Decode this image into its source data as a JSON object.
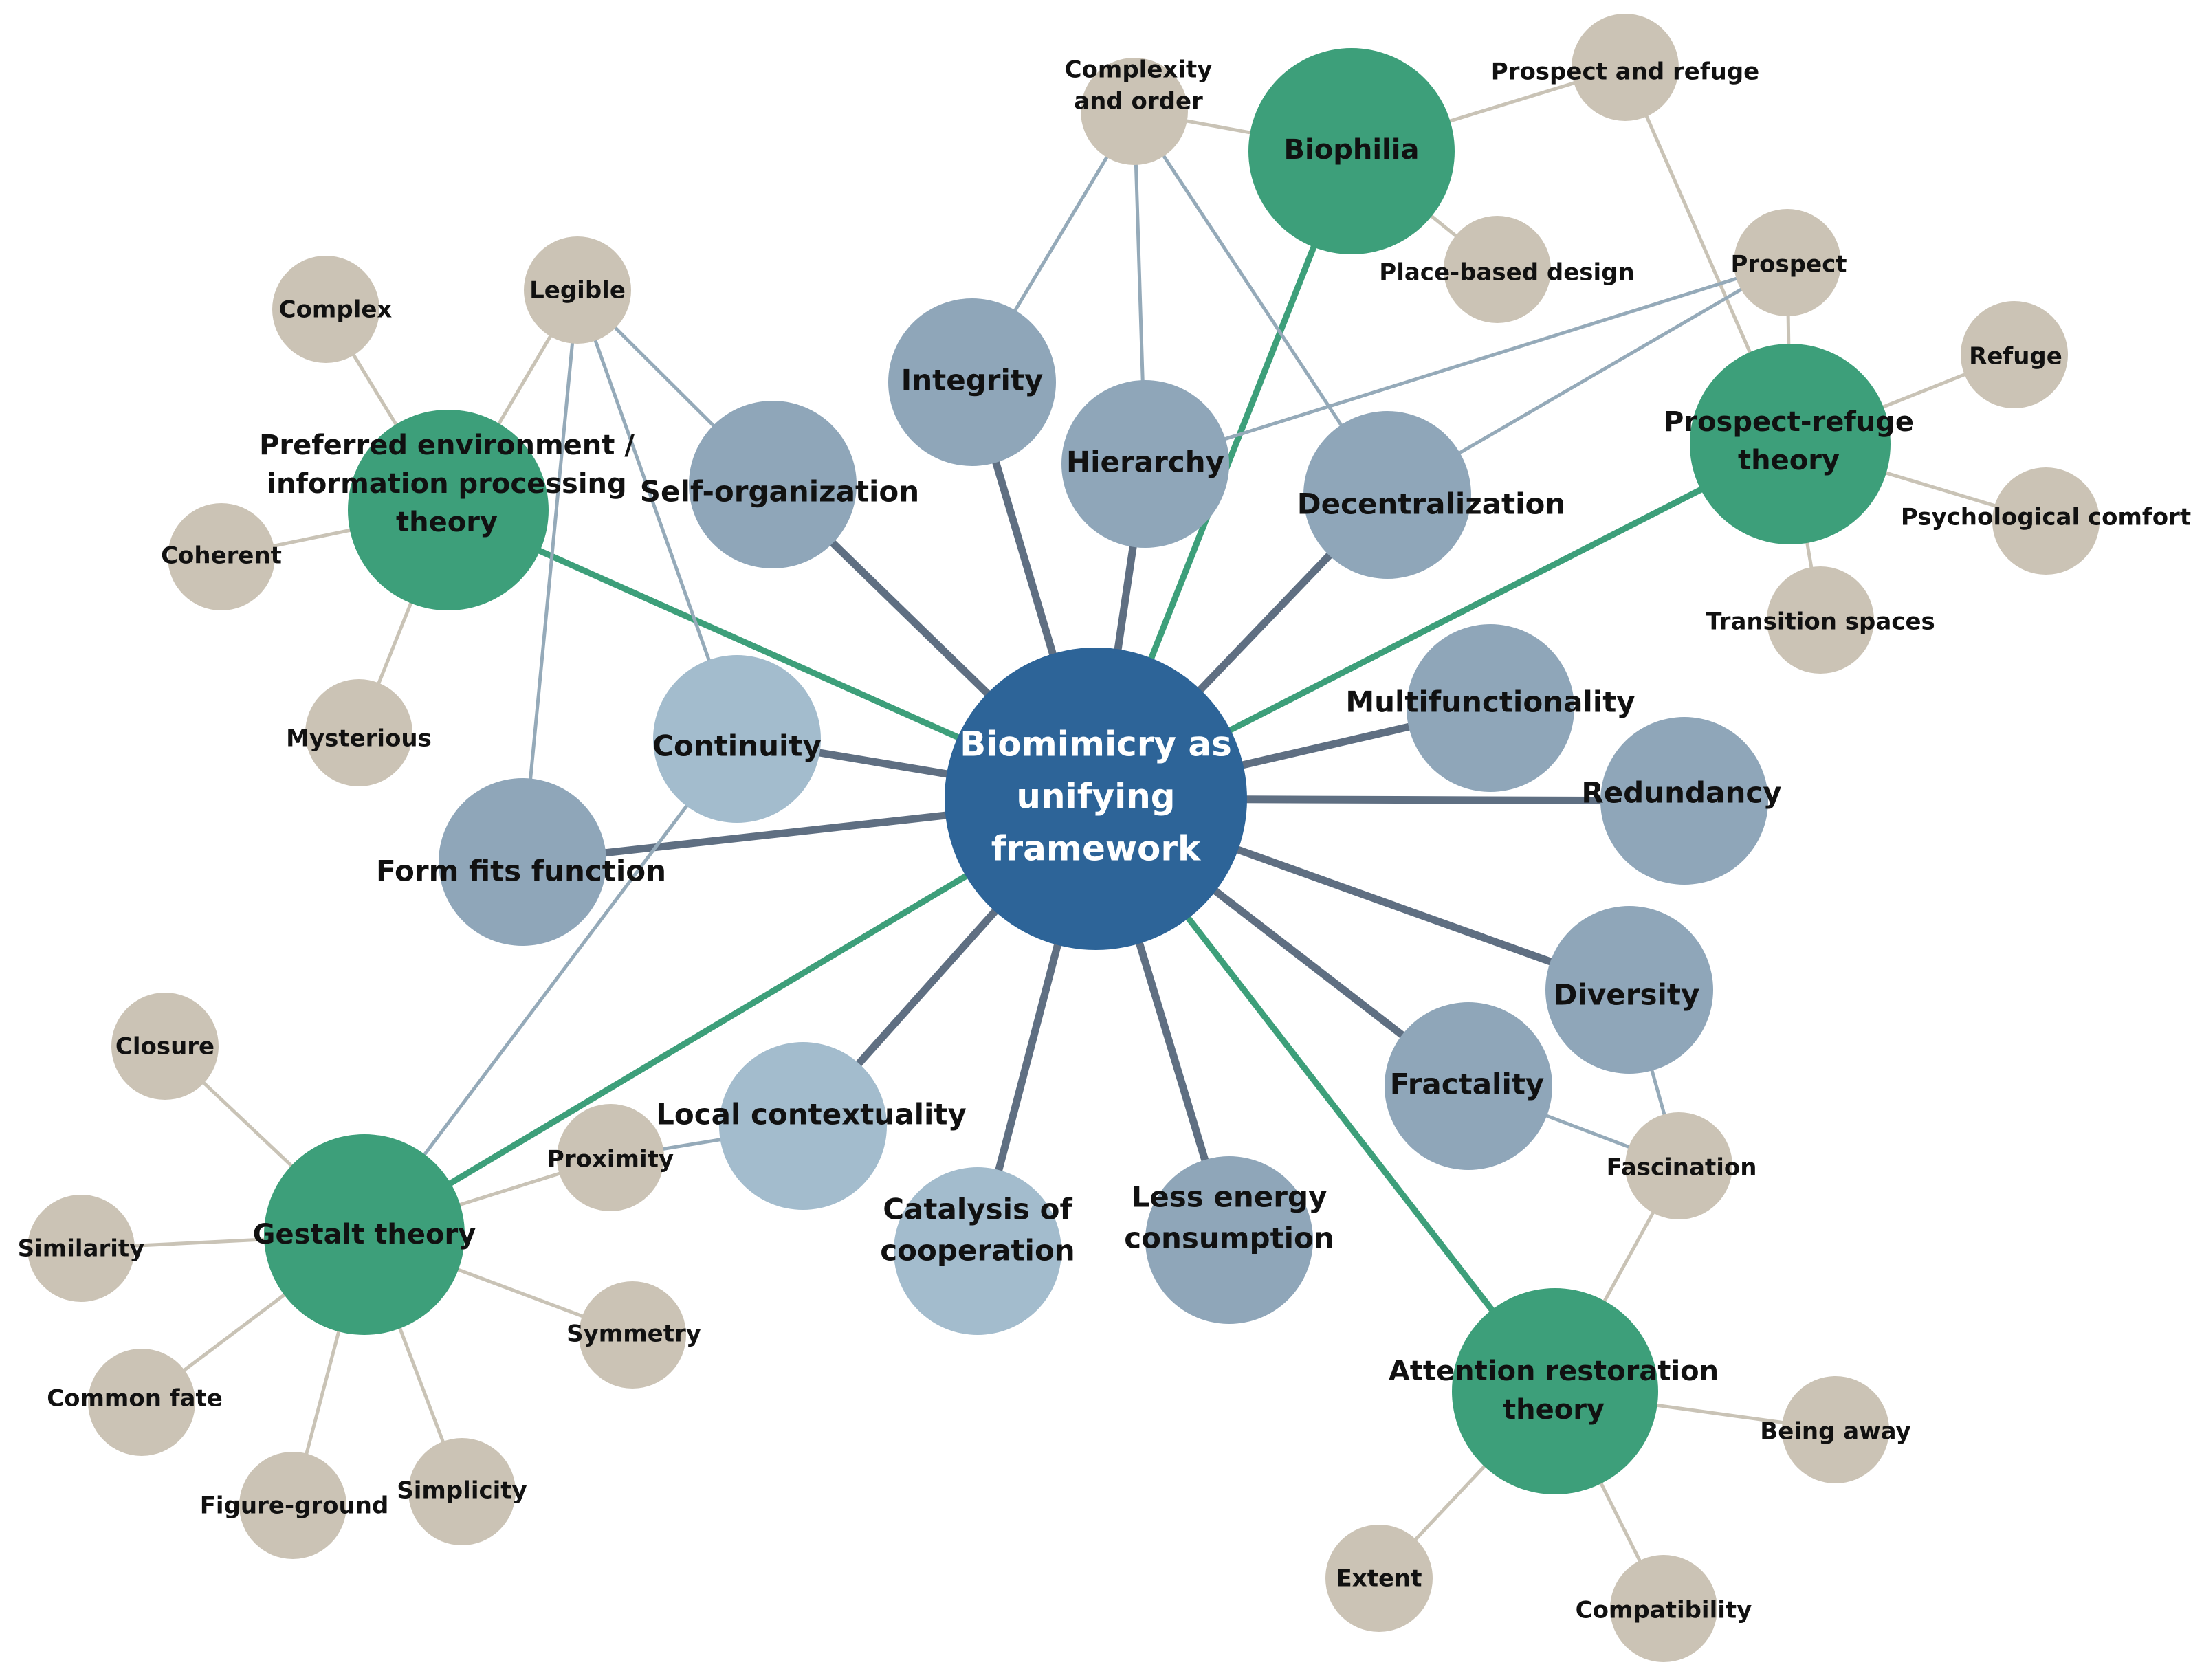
{
  "colors": {
    "center": "#2d6498",
    "principle": "#8fa6b9",
    "principle_light": "#a3bccd",
    "theory": "#3d9f7a",
    "leaf": "#cbc3b5",
    "edge_dark": "#5f6f82",
    "edge_green": "#3d9f7a",
    "edge_gray": "#c9c3b6",
    "edge_blue": "#95aab9"
  },
  "center": {
    "id": "center",
    "label": [
      "Biomimicry as",
      "unifying",
      "framework"
    ]
  },
  "principles": [
    {
      "id": "integrity",
      "label": [
        "Integrity"
      ]
    },
    {
      "id": "hierarchy",
      "label": [
        "Hierarchy"
      ]
    },
    {
      "id": "decentralization",
      "label": [
        "Decentralization"
      ]
    },
    {
      "id": "self-organization",
      "label": [
        "Self-organization"
      ]
    },
    {
      "id": "continuity",
      "label": [
        "Continuity"
      ]
    },
    {
      "id": "form-fits-function",
      "label": [
        "Form fits function"
      ]
    },
    {
      "id": "multifunctionality",
      "label": [
        "Multifunctionality"
      ]
    },
    {
      "id": "redundancy",
      "label": [
        "Redundancy"
      ]
    },
    {
      "id": "diversity",
      "label": [
        "Diversity"
      ]
    },
    {
      "id": "fractality",
      "label": [
        "Fractality"
      ]
    },
    {
      "id": "local-contextuality",
      "label": [
        "Local contextuality"
      ]
    },
    {
      "id": "catalysis-of-cooperation",
      "label": [
        "Catalysis of",
        "cooperation"
      ]
    },
    {
      "id": "less-energy-consumption",
      "label": [
        "Less energy",
        "consumption"
      ]
    }
  ],
  "theories": [
    {
      "id": "biophilia",
      "label": [
        "Biophilia"
      ]
    },
    {
      "id": "prospect-refuge-theory",
      "label": [
        "Prospect-refuge",
        "theory"
      ]
    },
    {
      "id": "preferred-environment-theory",
      "label": [
        "Preferred environment /",
        "information processing",
        "theory"
      ]
    },
    {
      "id": "gestalt-theory",
      "label": [
        "Gestalt theory"
      ]
    },
    {
      "id": "attention-restoration-theory",
      "label": [
        "Attention restoration",
        "theory"
      ]
    }
  ],
  "leaves": [
    {
      "id": "complexity-and-order",
      "label": [
        "Complexity",
        "and order"
      ]
    },
    {
      "id": "prospect-and-refuge",
      "label": [
        "Prospect and refuge"
      ]
    },
    {
      "id": "place-based-design",
      "label": [
        "Place-based design"
      ]
    },
    {
      "id": "prospect",
      "label": [
        "Prospect"
      ]
    },
    {
      "id": "refuge",
      "label": [
        "Refuge"
      ]
    },
    {
      "id": "psychological-comfort",
      "label": [
        "Psychological comfort"
      ]
    },
    {
      "id": "transition-spaces",
      "label": [
        "Transition spaces"
      ]
    },
    {
      "id": "legible",
      "label": [
        "Legible"
      ]
    },
    {
      "id": "complex",
      "label": [
        "Complex"
      ]
    },
    {
      "id": "coherent",
      "label": [
        "Coherent"
      ]
    },
    {
      "id": "mysterious",
      "label": [
        "Mysterious"
      ]
    },
    {
      "id": "closure",
      "label": [
        "Closure"
      ]
    },
    {
      "id": "proximity",
      "label": [
        "Proximity"
      ]
    },
    {
      "id": "similarity",
      "label": [
        "Similarity"
      ]
    },
    {
      "id": "symmetry",
      "label": [
        "Symmetry"
      ]
    },
    {
      "id": "common-fate",
      "label": [
        "Common fate"
      ]
    },
    {
      "id": "figure-ground",
      "label": [
        "Figure-ground"
      ]
    },
    {
      "id": "simplicity",
      "label": [
        "Simplicity"
      ]
    },
    {
      "id": "fascination",
      "label": [
        "Fascination"
      ]
    },
    {
      "id": "being-away",
      "label": [
        "Being away"
      ]
    },
    {
      "id": "extent",
      "label": [
        "Extent"
      ]
    },
    {
      "id": "compatibility",
      "label": [
        "Compatibility"
      ]
    }
  ],
  "edges": [
    [
      "center",
      "integrity",
      "dark"
    ],
    [
      "center",
      "hierarchy",
      "dark"
    ],
    [
      "center",
      "decentralization",
      "dark"
    ],
    [
      "center",
      "self-organization",
      "dark"
    ],
    [
      "center",
      "continuity",
      "dark"
    ],
    [
      "center",
      "form-fits-function",
      "dark"
    ],
    [
      "center",
      "multifunctionality",
      "dark"
    ],
    [
      "center",
      "redundancy",
      "dark"
    ],
    [
      "center",
      "diversity",
      "dark"
    ],
    [
      "center",
      "fractality",
      "dark"
    ],
    [
      "center",
      "local-contextuality",
      "dark"
    ],
    [
      "center",
      "catalysis-of-cooperation",
      "dark"
    ],
    [
      "center",
      "less-energy-consumption",
      "dark"
    ],
    [
      "center",
      "biophilia",
      "green"
    ],
    [
      "center",
      "prospect-refuge-theory",
      "green"
    ],
    [
      "center",
      "preferred-environment-theory",
      "green"
    ],
    [
      "center",
      "gestalt-theory",
      "green"
    ],
    [
      "center",
      "attention-restoration-theory",
      "green"
    ],
    [
      "biophilia",
      "complexity-and-order",
      "gray"
    ],
    [
      "biophilia",
      "prospect-and-refuge",
      "gray"
    ],
    [
      "biophilia",
      "place-based-design",
      "gray"
    ],
    [
      "prospect-and-refuge",
      "prospect-refuge-theory",
      "gray"
    ],
    [
      "prospect-refuge-theory",
      "prospect",
      "gray"
    ],
    [
      "prospect-refuge-theory",
      "refuge",
      "gray"
    ],
    [
      "prospect-refuge-theory",
      "psychological-comfort",
      "gray"
    ],
    [
      "prospect-refuge-theory",
      "transition-spaces",
      "gray"
    ],
    [
      "complexity-and-order",
      "integrity",
      "blue"
    ],
    [
      "complexity-and-order",
      "hierarchy",
      "blue"
    ],
    [
      "complexity-and-order",
      "decentralization",
      "blue"
    ],
    [
      "prospect",
      "hierarchy",
      "blue"
    ],
    [
      "prospect",
      "decentralization",
      "blue"
    ],
    [
      "preferred-environment-theory",
      "legible",
      "gray"
    ],
    [
      "preferred-environment-theory",
      "complex",
      "gray"
    ],
    [
      "preferred-environment-theory",
      "coherent",
      "gray"
    ],
    [
      "preferred-environment-theory",
      "mysterious",
      "gray"
    ],
    [
      "legible",
      "self-organization",
      "blue"
    ],
    [
      "legible",
      "continuity",
      "blue"
    ],
    [
      "legible",
      "form-fits-function",
      "blue"
    ],
    [
      "continuity",
      "gestalt-theory",
      "blue"
    ],
    [
      "gestalt-theory",
      "closure",
      "gray"
    ],
    [
      "gestalt-theory",
      "proximity",
      "gray"
    ],
    [
      "gestalt-theory",
      "similarity",
      "gray"
    ],
    [
      "gestalt-theory",
      "symmetry",
      "gray"
    ],
    [
      "gestalt-theory",
      "common-fate",
      "gray"
    ],
    [
      "gestalt-theory",
      "figure-ground",
      "gray"
    ],
    [
      "gestalt-theory",
      "simplicity",
      "gray"
    ],
    [
      "proximity",
      "local-contextuality",
      "blue"
    ],
    [
      "fractality",
      "fascination",
      "blue"
    ],
    [
      "diversity",
      "fascination",
      "blue"
    ],
    [
      "fascination",
      "attention-restoration-theory",
      "gray"
    ],
    [
      "attention-restoration-theory",
      "being-away",
      "gray"
    ],
    [
      "attention-restoration-theory",
      "extent",
      "gray"
    ],
    [
      "attention-restoration-theory",
      "compatibility",
      "gray"
    ]
  ]
}
